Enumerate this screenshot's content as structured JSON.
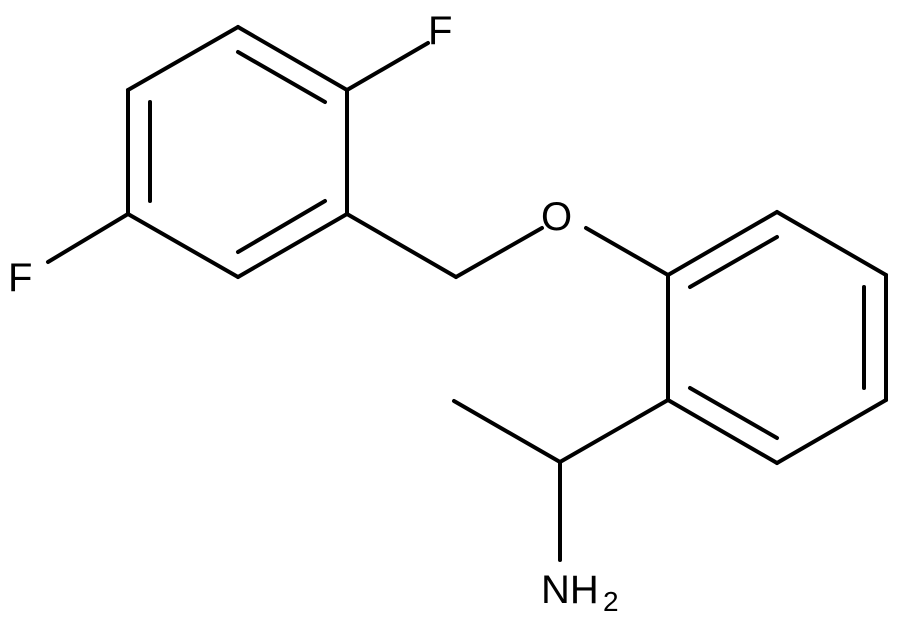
{
  "molecule": {
    "atoms": {
      "fluorine_top": "F",
      "fluorine_left": "F",
      "oxygen": "O",
      "amine_n": "NH",
      "amine_sub": "2"
    },
    "colors": {
      "bond": "#000000",
      "label": "#000000",
      "background": "#ffffff"
    }
  }
}
